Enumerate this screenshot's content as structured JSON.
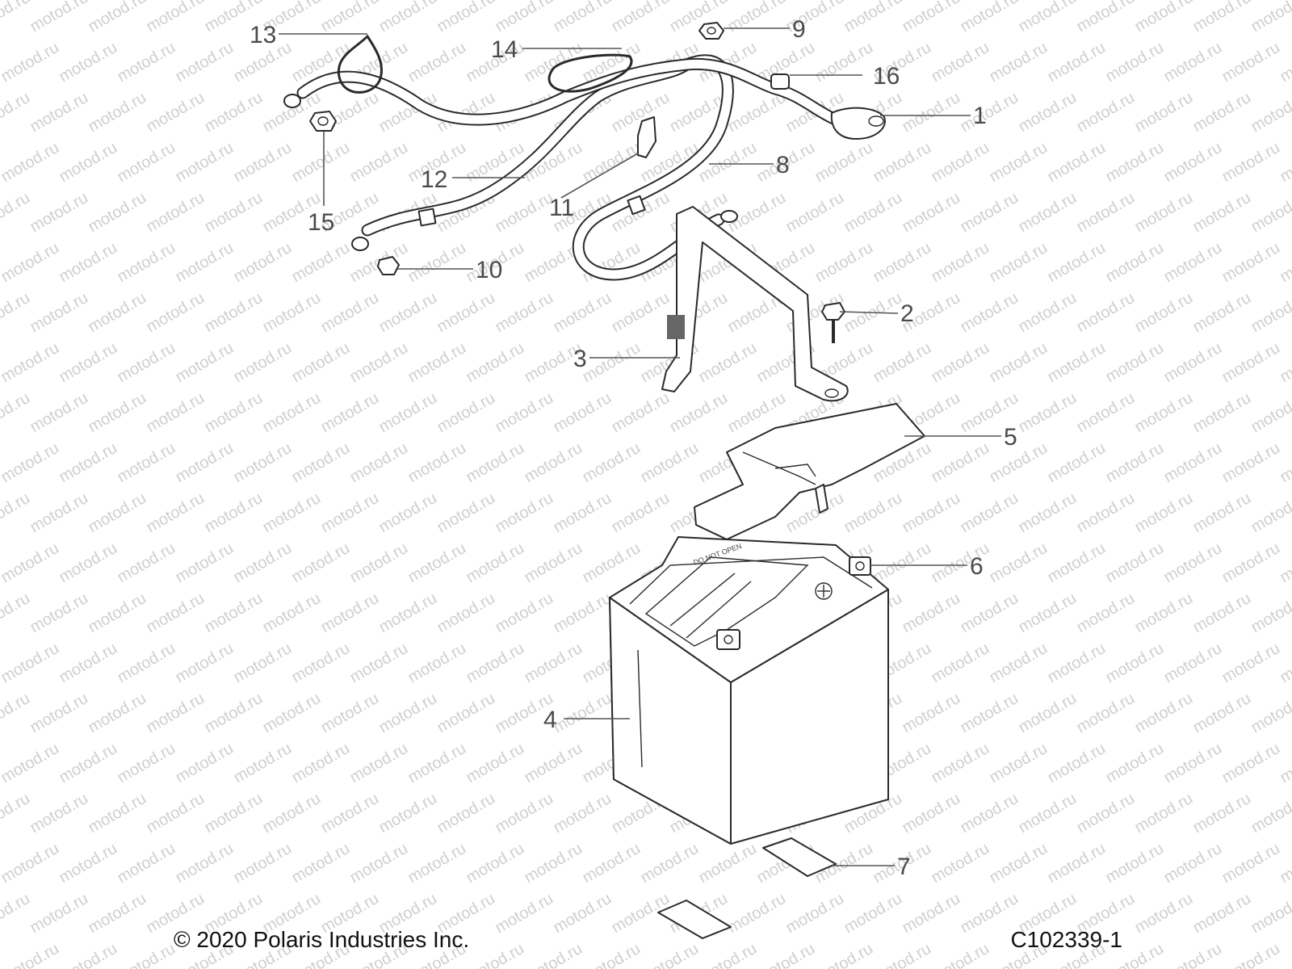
{
  "watermark_text": "motod.ru",
  "callouts": [
    {
      "id": "c1",
      "label": "1"
    },
    {
      "id": "c2",
      "label": "2"
    },
    {
      "id": "c3",
      "label": "3"
    },
    {
      "id": "c4",
      "label": "4"
    },
    {
      "id": "c5",
      "label": "5"
    },
    {
      "id": "c6",
      "label": "6"
    },
    {
      "id": "c7",
      "label": "7"
    },
    {
      "id": "c8",
      "label": "8"
    },
    {
      "id": "c9",
      "label": "9"
    },
    {
      "id": "c10",
      "label": "10"
    },
    {
      "id": "c11",
      "label": "11"
    },
    {
      "id": "c12",
      "label": "12"
    },
    {
      "id": "c13",
      "label": "13"
    },
    {
      "id": "c14",
      "label": "14"
    },
    {
      "id": "c15",
      "label": "15"
    },
    {
      "id": "c16",
      "label": "16"
    }
  ],
  "battery_label": "DO NOT OPEN",
  "footer": {
    "copyright": "© 2020 Polaris Industries Inc.",
    "drawing_id": "C102339-1"
  }
}
